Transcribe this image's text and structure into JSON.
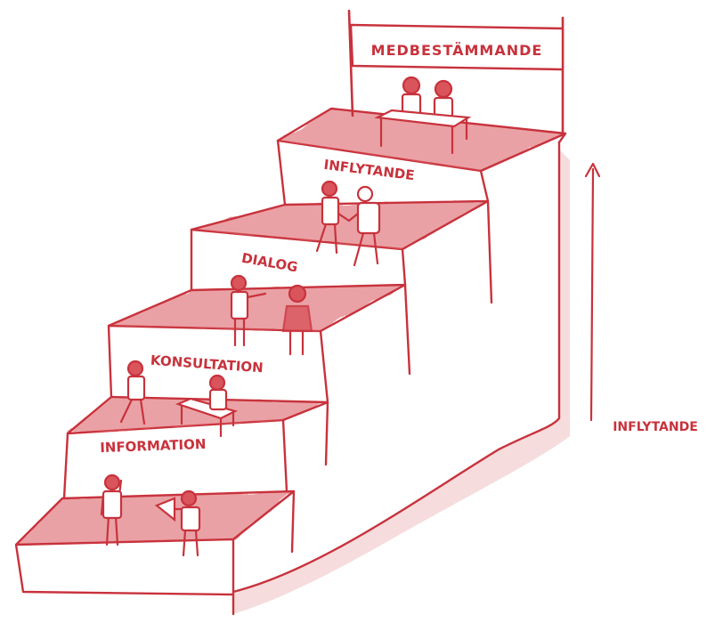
{
  "palette": {
    "ink": "#c8323c",
    "wash": "#d9545b",
    "wash_light": "#f3c9cb",
    "paper": "#ffffff"
  },
  "steps": [
    {
      "label": "INFORMATION",
      "scene": "person-speaking-through-megaphone-to-listener"
    },
    {
      "label": "KONSULTATION",
      "scene": "person-approaching-seated-person-at-desk"
    },
    {
      "label": "DIALOG",
      "scene": "two-people-talking-face-to-face"
    },
    {
      "label": "INFLYTANDE",
      "scene": "two-people-shaking-hands"
    }
  ],
  "top": {
    "banner_label": "MEDBESTÄMMANDE",
    "scene": "two-people-working-together-at-table"
  },
  "side": {
    "label": "INFLYTANDE",
    "arrow_icon": "arrow-up-icon"
  }
}
